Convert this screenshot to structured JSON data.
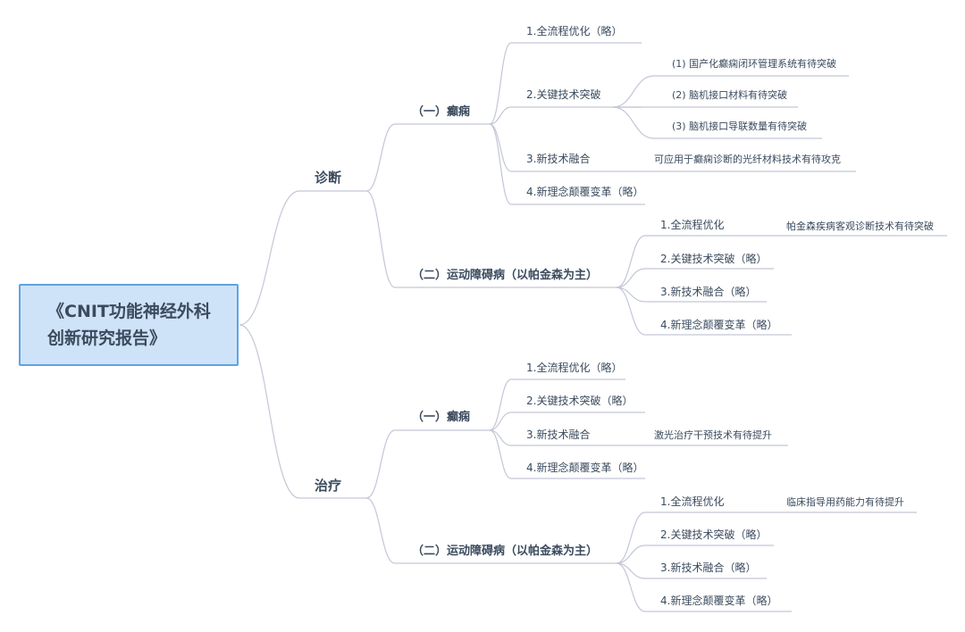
{
  "root": {
    "line1": "《CNIT功能神经外科",
    "line2": "创新研究报告》"
  },
  "diagnosis": {
    "label": "诊断",
    "epilepsy": {
      "label": "（一）癫痫",
      "items": [
        {
          "label": "1.全流程优化（略）"
        },
        {
          "label": "2.关键技术突破",
          "children": [
            "(1) 国产化癫痫闭环管理系统有待突破",
            "(2) 脑机接口材料有待突破",
            "(3) 脑机接口导联数量有待突破"
          ]
        },
        {
          "label": "3.新技术融合",
          "children": [
            "可应用于癫痫诊断的光纤材料技术有待攻克"
          ]
        },
        {
          "label": "4.新理念颠覆变革（略）"
        }
      ]
    },
    "movement": {
      "label": "（二）运动障碍病（以帕金森为主）",
      "items": [
        {
          "label": "1.全流程优化",
          "children": [
            "帕金森疾病客观诊断技术有待突破"
          ]
        },
        {
          "label": "2.关键技术突破（略）"
        },
        {
          "label": "3.新技术融合（略）"
        },
        {
          "label": "4.新理念颠覆变革（略）"
        }
      ]
    }
  },
  "treatment": {
    "label": "治疗",
    "epilepsy": {
      "label": "（一）癫痫",
      "items": [
        {
          "label": "1.全流程优化（略）"
        },
        {
          "label": "2.关键技术突破（略）"
        },
        {
          "label": "3.新技术融合",
          "children": [
            "激光治疗干预技术有待提升"
          ]
        },
        {
          "label": "4.新理念颠覆变革（略）"
        }
      ]
    },
    "movement": {
      "label": "（二）运动障碍病（以帕金森为主）",
      "items": [
        {
          "label": "1.全流程优化",
          "children": [
            "临床指导用药能力有待提升"
          ]
        },
        {
          "label": "2.关键技术突破（略）"
        },
        {
          "label": "3.新技术融合（略）"
        },
        {
          "label": "4.新理念颠覆变革（略）"
        }
      ]
    }
  },
  "colors": {
    "line": "#c3c7d6",
    "text": "#3b4b5e",
    "root_fill": "#cfe3f8",
    "root_border": "#5fa3e2"
  }
}
